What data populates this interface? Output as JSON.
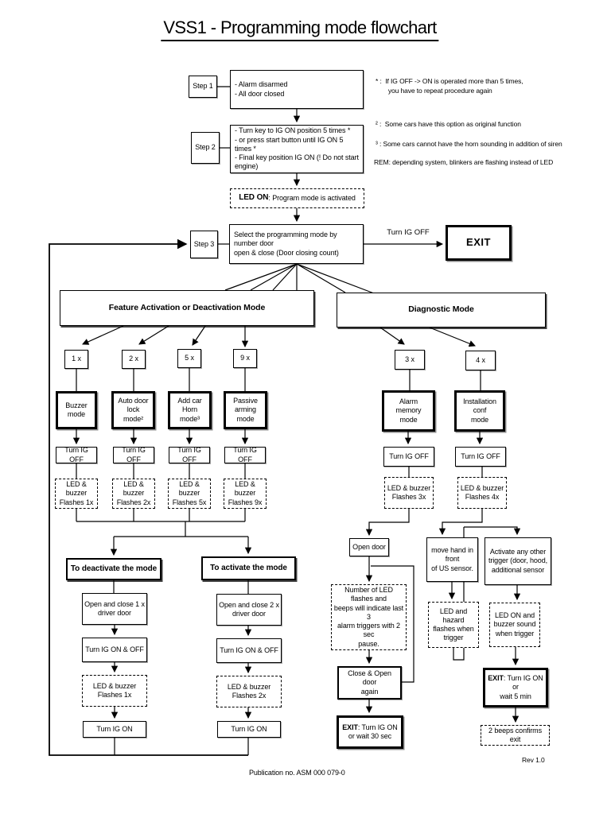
{
  "title": "VSS1 - Programming mode flowchart",
  "side_notes": {
    "star": "* :  If IG OFF -> ON is operated more than 5 times,\n       you have to repeat procedure again",
    "option": "² :  Some cars have this option as original function",
    "horn": "³ : Some cars cannot have the horn sounding in addition of siren",
    "rem": "REM: depending system, blinkers are flashing instead of LED"
  },
  "step_labels": {
    "s1": "Step 1",
    "s2": "Step 2",
    "s3": "Step 3"
  },
  "top_flow": {
    "initial_conditions": "- Alarm disarmed\n- All door closed",
    "ignition_sequence": "- Turn key to IG ON position 5 times *\n- or press start button until IG ON 5 times *\n- Final key position IG ON (! Do not start engine)",
    "led_on_bold": "LED ON",
    "led_on_rest": ": Program mode is activated",
    "select_mode": "Select the programming mode by number door\nopen & close (Door closing count)",
    "turn_ig_off_label": "Turn IG OFF",
    "exit": "EXIT"
  },
  "branches": {
    "feature_header": "Feature Activation or Deactivation Mode",
    "diagnostic_header": "Diagnostic Mode"
  },
  "feature_columns": [
    {
      "count": "1 x",
      "mode": "Buzzer\nmode",
      "ig_off": "Turn IG OFF",
      "flashes": "LED & buzzer\nFlashes 1x"
    },
    {
      "count": "2 x",
      "mode": "Auto door lock\nmode²",
      "ig_off": "Turn IG OFF",
      "flashes": "LED & buzzer\nFlashes 2x"
    },
    {
      "count": "5 x",
      "mode": "Add car Horn\nmode³",
      "ig_off": "Turn IG OFF",
      "flashes": "LED & buzzer\nFlashes 5x"
    },
    {
      "count": "9 x",
      "mode": "Passive arming\nmode",
      "ig_off": "Turn IG OFF",
      "flashes": "LED & buzzer\nFlashes 9x"
    }
  ],
  "diagnostic_columns": [
    {
      "count": "3 x",
      "mode": "Alarm memory\nmode",
      "ig_off": "Turn IG OFF",
      "flashes": "LED & buzzer\nFlashes 3x"
    },
    {
      "count": "4 x",
      "mode": "Installation conf\nmode",
      "ig_off": "Turn IG OFF",
      "flashes": "LED & buzzer\nFlashes 4x"
    }
  ],
  "deactivate": {
    "header": "To deactivate the mode",
    "open_close": "Open and close 1 x\ndriver door",
    "ig_on_off": "Turn IG ON & OFF",
    "flashes": "LED & buzzer\nFlashes 1x",
    "ig_on": "Turn IG ON"
  },
  "activate": {
    "header": "To activate the mode",
    "open_close": "Open and close 2 x\ndriver door",
    "ig_on_off": "Turn IG ON & OFF",
    "flashes": "LED & buzzer\nFlashes 2x",
    "ig_on": "Turn IG ON"
  },
  "alarm_memory_flow": {
    "open_door": "Open door",
    "led_count": "Number of LED flashes and\nbeeps will indicate last 3\nalarm triggers with 2 sec\npause.",
    "close_open": "Close & Open door\nagain",
    "exit_bold": "EXIT",
    "exit_rest": ": Turn IG ON\nor wait 30 sec"
  },
  "installation_flow": {
    "us_sensor": "move hand in front\nof US sensor.",
    "any_trigger": "Activate any other\ntrigger (door, hood,\nadditional sensor",
    "led_hazard": "LED and hazard\nflashes when\ntrigger",
    "led_buzzer": "LED ON and\nbuzzer sound\nwhen trigger",
    "exit_bold": "EXIT",
    "exit_rest": ": Turn IG ON or\nwait 5 min",
    "beeps": "2 beeps confirms exit"
  },
  "footer": {
    "publication": "Publication no. ASM 000 079-0",
    "revision": "Rev 1.0"
  }
}
